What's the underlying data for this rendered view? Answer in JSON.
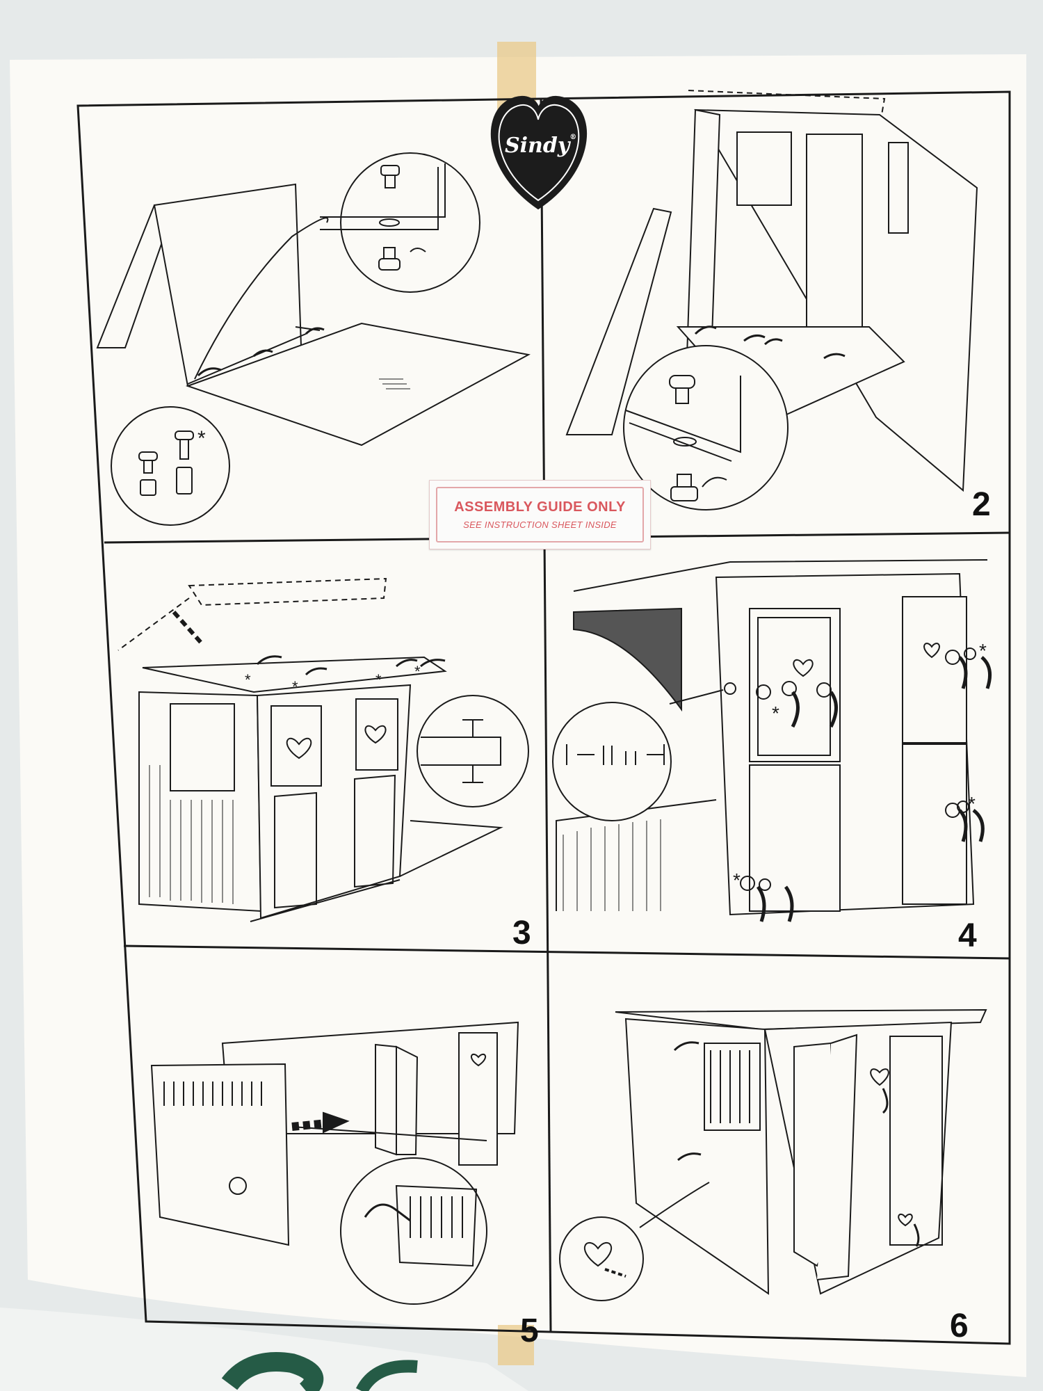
{
  "brand": {
    "logo_text": "Sindy",
    "trademark": "®"
  },
  "label": {
    "title": "ASSEMBLY GUIDE ONLY",
    "subtitle": "SEE INSTRUCTION SHEET INSIDE"
  },
  "steps": [
    {
      "number": "",
      "callout": ""
    },
    {
      "number": "2",
      "callout": ""
    },
    {
      "number": "3",
      "callout": ""
    },
    {
      "number": "4",
      "callout": ""
    },
    {
      "number": "5",
      "callout": ""
    },
    {
      "number": "6",
      "callout": ""
    }
  ],
  "colors": {
    "paper": "#fbfaf6",
    "line": "#1a1a1a",
    "label_red": "#d9575d",
    "tape": "#e9c98a"
  },
  "icons": [
    "asterisk-icon",
    "arrow-icon",
    "heart-icon"
  ]
}
